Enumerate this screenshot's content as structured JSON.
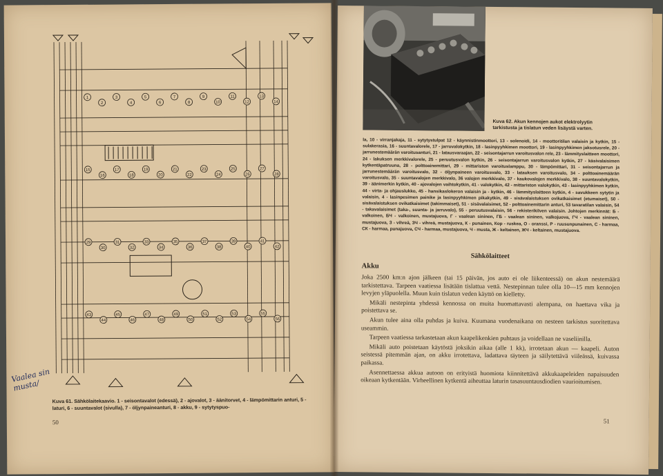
{
  "left_page": {
    "diagram_title": "Kuva 61. Sähkölaitekaavio.",
    "caption": "1 - seisontavalot (edessä), 2 - ajovalot, 3 - äänitorvet, 4 - lämpömittarin anturi, 5 - laturi, 6 - suuntavalot (sivulla), 7 - öljynpaineanturi, 8 - akku, 9 - sytytyspuo-",
    "page_number": "50",
    "annotation": "Vaalea sin musta/",
    "node_labels": [
      "1",
      "2",
      "3",
      "4",
      "5",
      "6",
      "7",
      "8",
      "9",
      "10",
      "11",
      "12",
      "13",
      "14",
      "15",
      "16",
      "17",
      "18",
      "19",
      "20",
      "21",
      "22",
      "23",
      "24",
      "25",
      "26",
      "27",
      "28",
      "29",
      "30",
      "31",
      "32",
      "33",
      "34",
      "35",
      "36",
      "37",
      "38",
      "39",
      "40",
      "41",
      "42",
      "43",
      "44",
      "45",
      "46",
      "47",
      "48",
      "49",
      "50",
      "51",
      "52",
      "53",
      "54",
      "55",
      "56"
    ]
  },
  "right_page": {
    "photo_caption": "Kuva 62. Akun kennojen aukot elektrolyytin tarkistusta ja tislatun veden lisäystä varten.",
    "legend": "la, 10 - virranjakaja, 11 - sytytystulpat 12 - käynnistinmoottori, 13 - solenoidi, 14 - moottoritilan valaisin ja kytkin, 15 - sulakerasia, 16 - suuntavalorele, 17 - jarruvalokytkin, 18 - lasinpyyhkimen moottori, 19 - lasinpyyhkimen jaksotusrele, 20 - jarrunestemäärän varoitusanturi, 21 - latausvaraajan, 22 - seisontajarrun varoitusvalon rele, 23 - lämmityslaitteen moottori, 24 - lakuksen merkkivalorele, 25 - peruutusvalon kytkin, 26 - seisontajarrun varoitusvalon kytkin, 27 - käsivalaisimen kytkentäpatruuna, 28 - polttoainemittari, 29 - mittariston varoituslamppu, 30 - lämpömittari, 31 - seisontajarrun ja jarrunestemäärän varoitusvalo, 32 - öljynpaineen varoitusvalo, 33 - latauksen varoitusvalo, 34 - polttoainemäärän varoitusvalo, 35 - suuntavalojen merkkivalo, 36 valojen merkkivalo, 37 - kaukovalojen merkkivalo, 38 - suuntavalokytkin, 39 - äänimerkin kytkin, 40 - ajovalojen vaihtokytkin, 41 - valokytkin, 42 - mittariston valokytkin, 43 - lasinpyyhkimen kytkin, 44 - virta- ja ohjauslukko, 45 - hansikaslokeron valaisin ja - kytkin, 46 - lämmityslaitteen kytkin, 4 - savukkeen sytytin ja valaisin, 4 - lasinpesimen painike ja lasinpyyhkimen pikakytkin, 49 - sisävalaistuksen ovikatkaisimet (etumaiset), 50 - sisävalaistuksen ovikatkaisimet (takimmaiset), 51 - sisävalaisimet, 52 - polttoainemittarin anturi, 53 tavaratilan valaisin, 54 - takavalaisimet (taka-, suunta- ja jarruvalo), 55 - peruutusvalaisin, 56 - rekisterikilven valaisin. Johtojen merkinnät: Б - valkoinen, БЧ - valkoinen, mustajuova, Г - vaalean sininen, ГБ - vaalean sininen, valkojuova, ГЧ - vaalean sininen, mustajuova, З - vihreä, ЗЧ - vihreä, mustajuova, К - punainen, Кор - ruskea, О - oranssi, Р - ruusunpunainen, С - harmaa, СК - harmaa, punajuova, СЧ - harmaa, mustajuova, Ч - musta, Ж - keltainen, ЖЧ - keltainen, mustajuova.",
    "section_title": "Sähkölaitteet",
    "subheading": "Akku",
    "paragraphs": [
      "Joka 2500 km:n ajon jälkeen (tai 15 päivän, jos auto ei ole liikenteessä) on akun nestemäärä tarkistettava. Tarpeen vaatiessa lisätään tislattua vettä. Nestepinnan tulee olla 10—15 mm kennojen levyjen yläpuolella. Muun kuin tislatun veden käyttö on kielletty.",
      "Mikäli nestepinta yhdessä kennossa on muita huomattavasti alempana, on haettava vika ja poistettava se.",
      "Akun tulee aina olla puhdas ja kuiva. Kuumana vuodenaikana on nesteen tarkistus suoritettava useammin.",
      "Tarpeen vaatiessa tarkastetaan akun kaapelikenkien puhtaus ja voidellaan ne vaseliinilla.",
      "Mikäli auto poistetaan käytöstä joksikin aikaa (alle 1 kk), irrotetaan akun — kaapeli. Auton seistessä pitemmän ajan, on akku irrotettava, ladattava täyteen ja säilytettävä viileässä, kuivassa paikassa.",
      "Asennettaessa akkua autoon on erityistä huomiota kiinnitettävä akkukaapeleiden napaisuuden oikeaan kytkentään. Virheellinen kytkentä aiheuttaa laturin tasasuuntausdiodien vaurioitumisen."
    ],
    "page_number": "51"
  },
  "colors": {
    "paper_left": "#dcc6a3",
    "paper_right": "#e0cdaf",
    "ink": "#2b241b",
    "background": "#4a4b47",
    "pen_ink": "#1f2a5a"
  }
}
